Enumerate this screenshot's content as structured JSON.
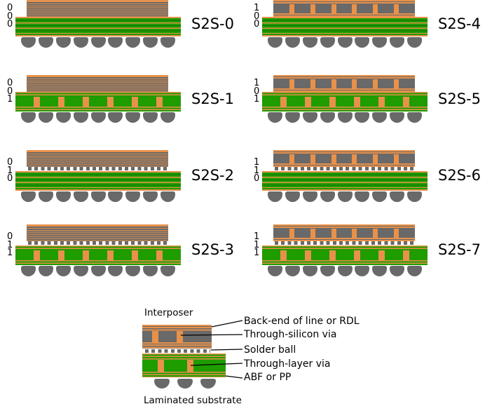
{
  "colors": {
    "orange": "#E8914A",
    "gray": "#696969",
    "green": "#1E9C00",
    "dark_green": "#0E6E00",
    "text": "#000000",
    "bg": "#FFFFFF"
  },
  "diagrams": [
    {
      "label": "S2S-0",
      "code": [
        "0",
        "0",
        "0"
      ],
      "tsv_interposer": false,
      "solder_ball_row": false,
      "through_layer_via": false
    },
    {
      "label": "S2S-1",
      "code": [
        "0",
        "0",
        "1"
      ],
      "tsv_interposer": false,
      "solder_ball_row": false,
      "through_layer_via": true
    },
    {
      "label": "S2S-2",
      "code": [
        "0",
        "1",
        "0"
      ],
      "tsv_interposer": false,
      "solder_ball_row": true,
      "through_layer_via": false
    },
    {
      "label": "S2S-3",
      "code": [
        "0",
        "1",
        "1"
      ],
      "tsv_interposer": false,
      "solder_ball_row": true,
      "through_layer_via": true
    },
    {
      "label": "S2S-4",
      "code": [
        "1",
        "0",
        "0"
      ],
      "tsv_interposer": true,
      "solder_ball_row": false,
      "through_layer_via": false
    },
    {
      "label": "S2S-5",
      "code": [
        "1",
        "0",
        "1"
      ],
      "tsv_interposer": true,
      "solder_ball_row": false,
      "through_layer_via": true
    },
    {
      "label": "S2S-6",
      "code": [
        "1",
        "1",
        "0"
      ],
      "tsv_interposer": true,
      "solder_ball_row": true,
      "through_layer_via": false
    },
    {
      "label": "S2S-7",
      "code": [
        "1",
        "1",
        "1"
      ],
      "tsv_interposer": true,
      "solder_ball_row": true,
      "through_layer_via": true
    }
  ],
  "legend": {
    "interposer_title": "Interposer",
    "substrate_title": "Laminated substrate",
    "items": [
      {
        "label": "Back-end of line or RDL"
      },
      {
        "label": "Through-silicon via"
      },
      {
        "label": "Solder ball"
      },
      {
        "label": "Through-layer via"
      },
      {
        "label": "ABF or PP"
      }
    ]
  }
}
